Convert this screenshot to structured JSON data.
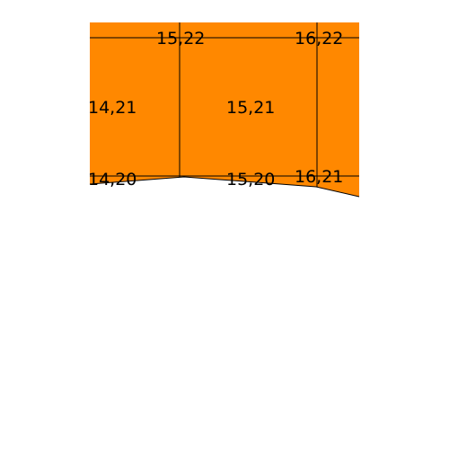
{
  "colors": {
    "fill": "#FF8800",
    "line": "#000000",
    "label": "#000000",
    "background": "#FFFFFF"
  },
  "tiles": [
    {
      "label": "15,22"
    },
    {
      "label": "16,22"
    },
    {
      "label": "14,21"
    },
    {
      "label": "15,21"
    },
    {
      "label": "14,20"
    },
    {
      "label": "15,20"
    },
    {
      "label": "16,21"
    }
  ]
}
